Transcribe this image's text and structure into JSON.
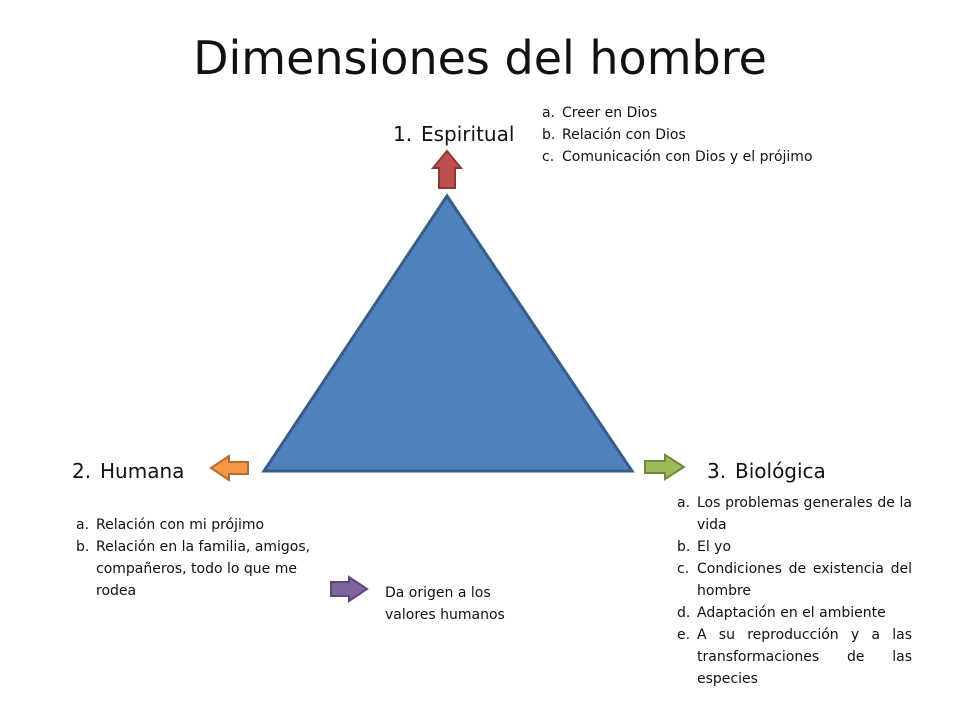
{
  "title": "Dimensiones del hombre",
  "espiritual": {
    "number": "1.",
    "label": "Espiritual",
    "items": [
      {
        "marker": "a.",
        "text": "Creer en Dios"
      },
      {
        "marker": "b.",
        "text": "Relación con Dios"
      },
      {
        "marker": "c.",
        "text": "Comunicación con Dios y el prójimo"
      }
    ]
  },
  "humana": {
    "number": "2.",
    "label": "Humana",
    "items": [
      {
        "marker": "a.",
        "text": "Relación con mi prójimo"
      },
      {
        "marker": "b.",
        "text": "Relación en la familia, amigos, compañeros, todo lo que me rodea"
      }
    ],
    "note": "Da origen a los valores humanos"
  },
  "biologica": {
    "number": "3.",
    "label": "Biológica",
    "items": [
      {
        "marker": "a.",
        "text": "Los problemas generales de la vida"
      },
      {
        "marker": "b.",
        "text": "El yo"
      },
      {
        "marker": "c.",
        "text": "Condiciones de existencia del hombre"
      },
      {
        "marker": "d.",
        "text": "Adaptación en el ambiente"
      },
      {
        "marker": "e.",
        "text": "A su reproducción y a las transformaciones de las especies"
      }
    ]
  },
  "colors": {
    "triangle_fill": "#4f81bd",
    "triangle_stroke": "#385d8a",
    "arrow_up": "#c0504d",
    "arrow_left": "#f79646",
    "arrow_right": "#9bbb59",
    "arrow_note": "#8064a2"
  }
}
